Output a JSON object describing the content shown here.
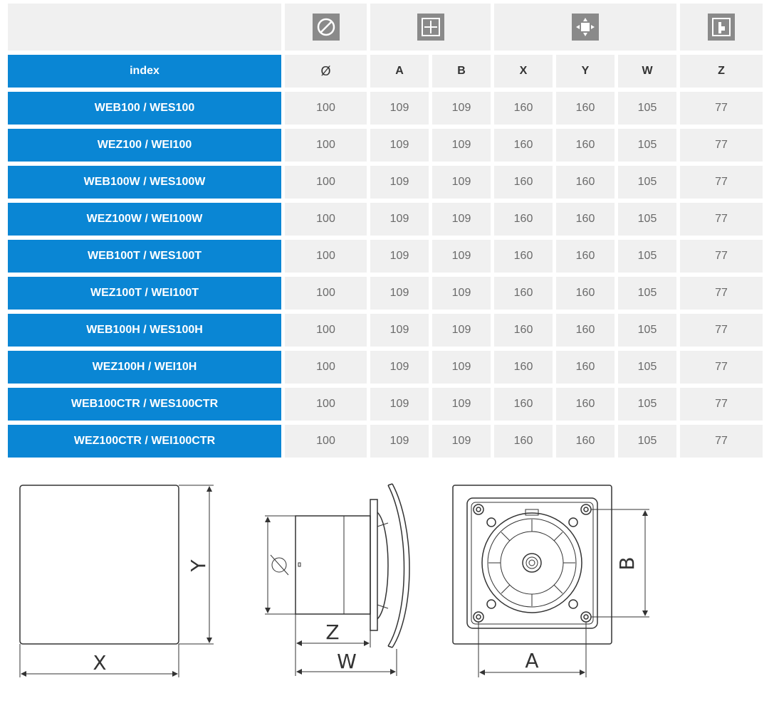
{
  "table": {
    "icon_columns": [
      {
        "icon": "diameter-icon"
      },
      {
        "icon": "frame-dimension-icon"
      },
      {
        "icon": "spacing-dimension-icon"
      },
      {
        "icon": "depth-dimension-icon"
      }
    ],
    "headers": [
      "index",
      "Ø",
      "A",
      "B",
      "X",
      "Y",
      "W",
      "Z"
    ],
    "rows": [
      {
        "index": "WEB100 / WES100",
        "d": "100",
        "a": "109",
        "b": "109",
        "x": "160",
        "y": "160",
        "w": "105",
        "z": "77"
      },
      {
        "index": "WEZ100 / WEI100",
        "d": "100",
        "a": "109",
        "b": "109",
        "x": "160",
        "y": "160",
        "w": "105",
        "z": "77"
      },
      {
        "index": "WEB100W / WES100W",
        "d": "100",
        "a": "109",
        "b": "109",
        "x": "160",
        "y": "160",
        "w": "105",
        "z": "77"
      },
      {
        "index": "WEZ100W / WEI100W",
        "d": "100",
        "a": "109",
        "b": "109",
        "x": "160",
        "y": "160",
        "w": "105",
        "z": "77"
      },
      {
        "index": "WEB100T / WES100T",
        "d": "100",
        "a": "109",
        "b": "109",
        "x": "160",
        "y": "160",
        "w": "105",
        "z": "77"
      },
      {
        "index": "WEZ100T / WEI100T",
        "d": "100",
        "a": "109",
        "b": "109",
        "x": "160",
        "y": "160",
        "w": "105",
        "z": "77"
      },
      {
        "index": "WEB100H / WES100H",
        "d": "100",
        "a": "109",
        "b": "109",
        "x": "160",
        "y": "160",
        "w": "105",
        "z": "77"
      },
      {
        "index": "WEZ100H / WEI10H",
        "d": "100",
        "a": "109",
        "b": "109",
        "x": "160",
        "y": "160",
        "w": "105",
        "z": "77"
      },
      {
        "index": "WEB100CTR / WES100CTR",
        "d": "100",
        "a": "109",
        "b": "109",
        "x": "160",
        "y": "160",
        "w": "105",
        "z": "77"
      },
      {
        "index": "WEZ100CTR / WEI100CTR",
        "d": "100",
        "a": "109",
        "b": "109",
        "x": "160",
        "y": "160",
        "w": "105",
        "z": "77"
      }
    ]
  },
  "drawings": {
    "front_view": {
      "width_label": "X",
      "height_label": "Y"
    },
    "side_view": {
      "diameter_label": "Ø",
      "depth_label": "Z",
      "total_depth_label": "W"
    },
    "back_view": {
      "width_label": "A",
      "height_label": "B"
    }
  },
  "colors": {
    "header_blue": "#0a86d4",
    "cell_grey": "#f0f0f0",
    "icon_grey": "#8a8a8a",
    "line": "#333333"
  }
}
